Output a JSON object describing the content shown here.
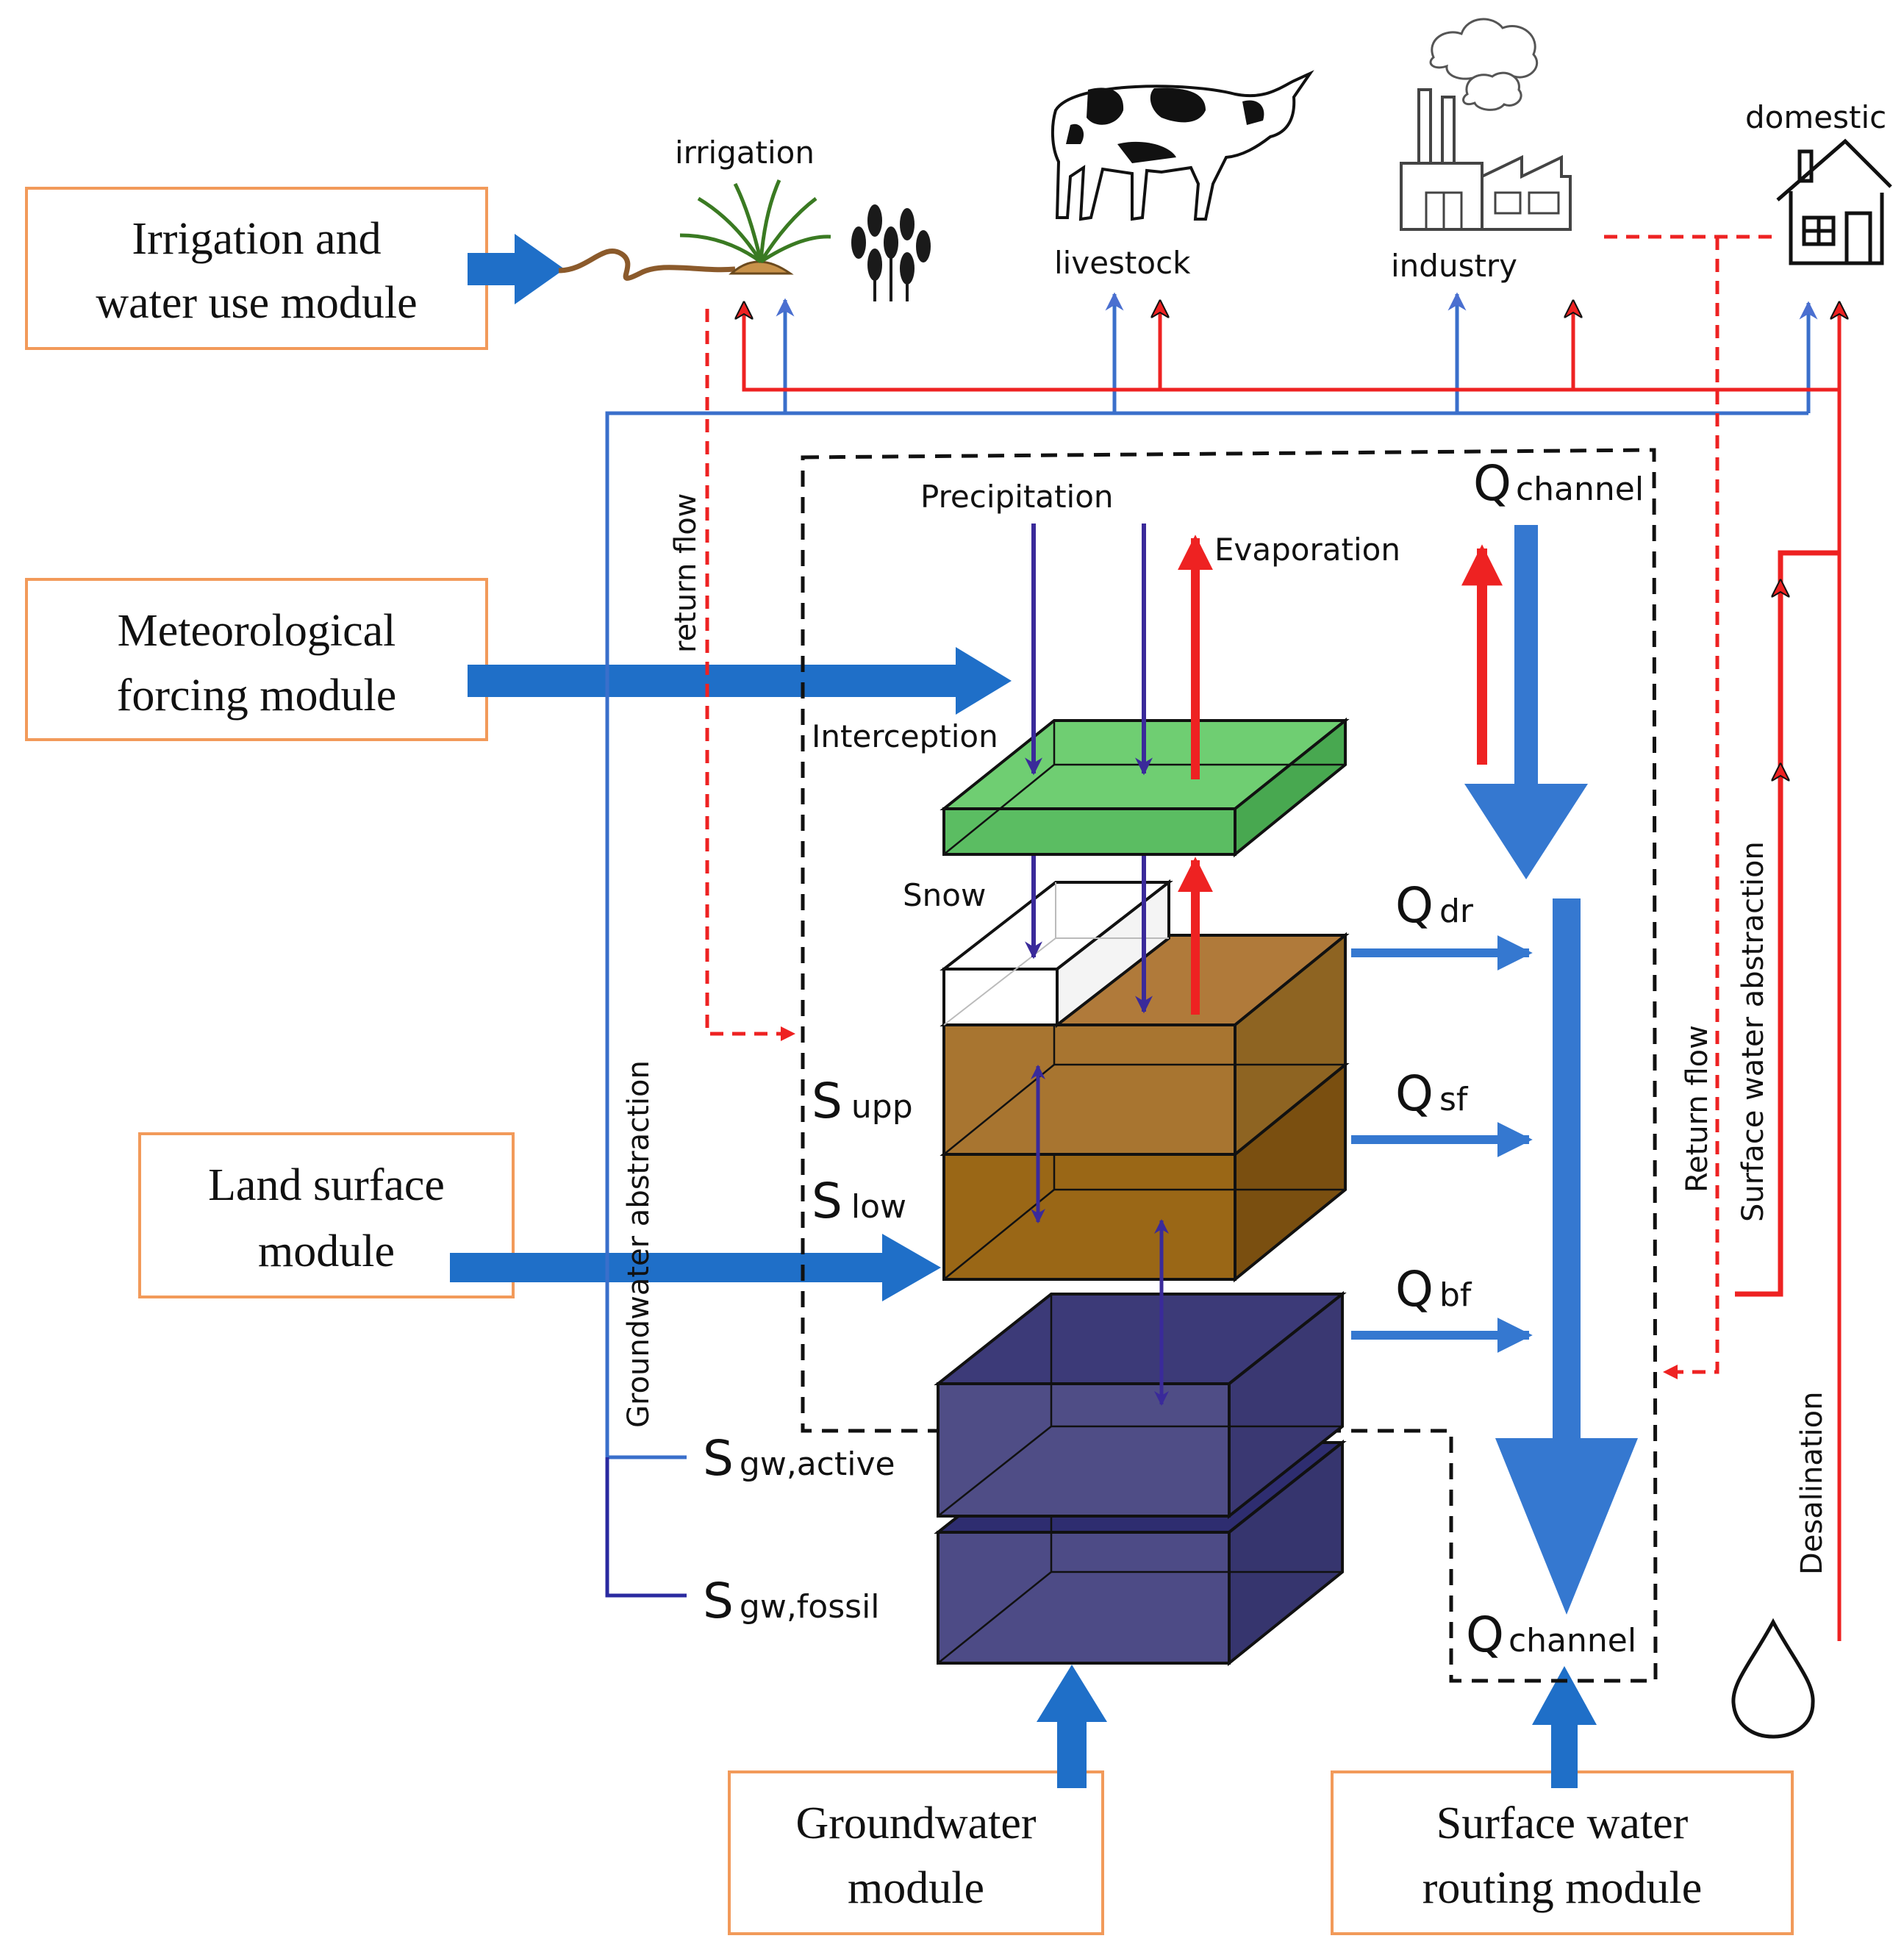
{
  "modules": {
    "irrigation": [
      "Irrigation and",
      "water use module"
    ],
    "meteorological": [
      "Meteorological",
      "forcing module"
    ],
    "land_surface": [
      "Land surface",
      "module"
    ],
    "groundwater": [
      "Groundwater",
      "module"
    ],
    "surface_routing": [
      "Surface water",
      "routing module"
    ]
  },
  "sectors": {
    "irrigation": "irrigation",
    "livestock": "livestock",
    "industry": "industry",
    "domestic": "domestic"
  },
  "labels": {
    "precipitation": "Precipitation",
    "evaporation": "Evaporation",
    "interception": "Interception",
    "snow": "Snow",
    "return_flow_left": "return   flow",
    "return_flow_right": "Return  flow",
    "gw_abstraction": "Groundwater abstraction",
    "sw_abstraction": "Surface water abstraction",
    "desalination": "Desalination"
  },
  "symbols": {
    "q_channel_top": {
      "main": "Q",
      "sub": "channel"
    },
    "q_channel_bottom": {
      "main": "Q",
      "sub": "channel"
    },
    "q_dr": {
      "main": "Q",
      "sub": "dr"
    },
    "q_sf": {
      "main": "Q",
      "sub": "sf"
    },
    "q_bf": {
      "main": "Q",
      "sub": "bf"
    },
    "s_upp": {
      "main": "S",
      "sub": "upp"
    },
    "s_low": {
      "main": "S",
      "sub": "low"
    },
    "s_gw_active": {
      "main": "S",
      "sub": "gw,active"
    },
    "s_gw_fossil": {
      "main": "S",
      "sub": "gw,fossil"
    }
  },
  "colors": {
    "module_border": "#f29a5a",
    "flow_blue": "#3578d0",
    "flow_red": "#ee2222",
    "flow_purple": "#3a2a9a",
    "canopy_green": "#5fbf66",
    "soil_brown": "#a06d22",
    "groundwater_navy": "#3c3a78"
  }
}
